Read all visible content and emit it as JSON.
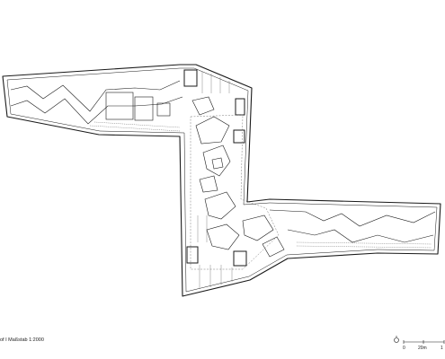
{
  "caption": "of I Maßstab 1:2000",
  "scale_bar": {
    "labels": [
      "0",
      "20m",
      "1"
    ]
  },
  "colors": {
    "line": "#1a1a1a",
    "fill": "#ffffff",
    "hatch": "#555555"
  }
}
